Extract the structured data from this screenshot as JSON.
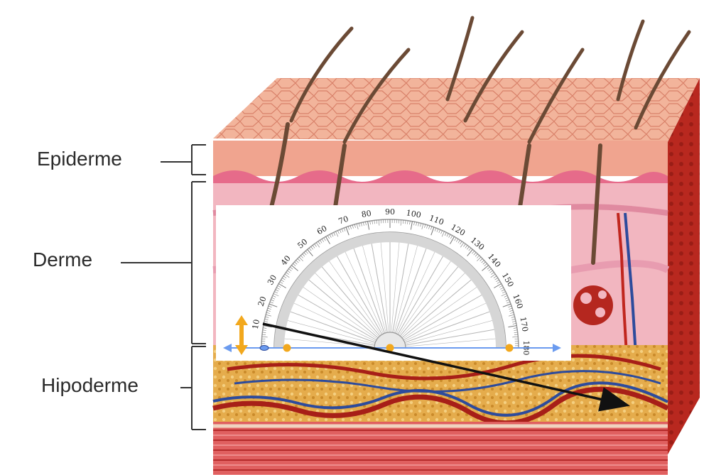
{
  "labels": {
    "epidermis": "Epiderme",
    "dermis": "Derme",
    "hypodermis": "Hipoderme"
  },
  "protractor": {
    "tick_labels": [
      "10",
      "20",
      "30",
      "40",
      "50",
      "60",
      "70",
      "80",
      "90",
      "100",
      "110",
      "120",
      "130",
      "140",
      "150",
      "160",
      "170",
      "180"
    ],
    "colors": {
      "scale": "#8f8f8f",
      "baseline": "#6b9bef",
      "handles": "#f2a81d",
      "arrow": "#111111"
    }
  },
  "colors": {
    "epidermis": "#f0a48f",
    "dermis": "#f2b6c0",
    "hypodermis": "#e0a545",
    "muscle": "#d94a4a",
    "side": "#b8281f",
    "hair": "#6b4a35"
  }
}
